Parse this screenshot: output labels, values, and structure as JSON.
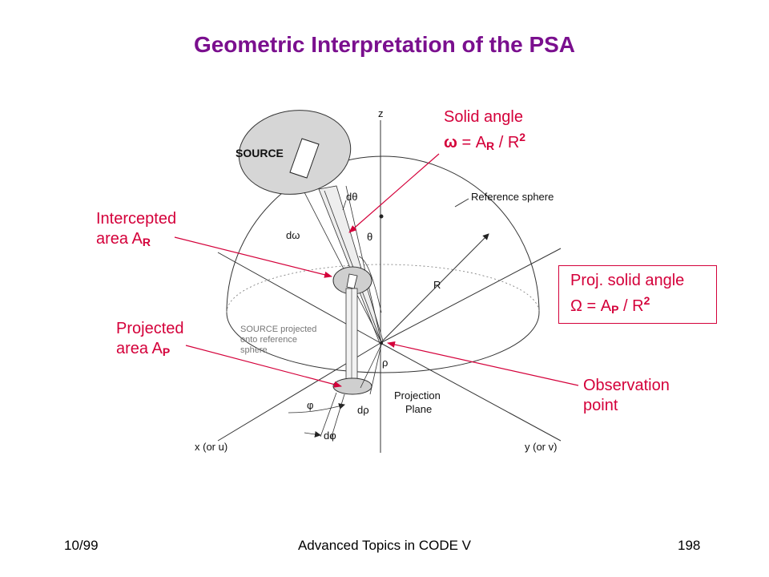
{
  "title": "Geometric Interpretation of the PSA",
  "diagram": {
    "source_label": "SOURCE",
    "z_label": "z",
    "x_axis_label": "x (or u)",
    "y_axis_label": "y (or v)",
    "reference_sphere_label": "Reference sphere",
    "r_label": "R",
    "rho_label": "ρ",
    "theta_label": "θ",
    "dtheta_label": "dθ",
    "domega_label": "dω",
    "phi_label": "φ",
    "drho_label": "dρ",
    "dphi_label": "dφ",
    "projection_plane_line1": "Projection",
    "projection_plane_line2": "Plane",
    "projected_note_line1": "SOURCE projected",
    "projected_note_line2": "onto reference",
    "projected_note_line3": "sphere"
  },
  "callouts": {
    "solid_angle": {
      "line1": "Solid angle",
      "symbol": "ω",
      "eq": " = A",
      "sub": "R",
      "rest": " / R",
      "sup": "2"
    },
    "intercepted": {
      "line1": "Intercepted",
      "line2": "area A",
      "sub": "R"
    },
    "projected": {
      "line1": "Projected",
      "line2": "area A",
      "sub": "P"
    },
    "proj_solid_angle": {
      "line1": "Proj. solid angle",
      "symbol": "Ω",
      "eq": " = A",
      "sub": "P",
      "rest": " / R",
      "sup": "2"
    },
    "observation": {
      "line1": "Observation",
      "line2": "point"
    }
  },
  "footer": {
    "date": "10/99",
    "center": "Advanced Topics in CODE V",
    "page": "198"
  },
  "colors": {
    "title": "#7a0f8e",
    "callout": "#d4003a",
    "line": "#222222"
  }
}
